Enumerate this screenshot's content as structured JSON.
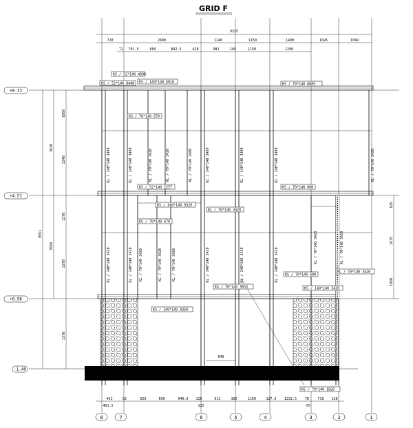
{
  "title": "GRID F",
  "top_dims": {
    "total": "9325",
    "row1": [
      "720",
      "2600",
      "1140",
      "1150",
      "1490",
      "1026",
      "1049"
    ],
    "row2": [
      "72",
      "701.5",
      "609",
      "842.5",
      "428",
      "981",
      "140",
      "1150",
      "1290"
    ]
  },
  "bottom_dims": [
    "451",
    "461.5",
    "62",
    "620",
    "699",
    "940.5",
    "126",
    "611",
    "166",
    "1150",
    "127.5",
    "1232.5",
    "78",
    "710",
    "138",
    "125",
    "65"
  ],
  "mid_dim": "640",
  "levels": [
    {
      "label": "+8.13"
    },
    {
      "label": "+4.51"
    },
    {
      "label": "+0.96"
    },
    {
      "label": "-1.40"
    }
  ],
  "left_dims": [
    "1060",
    "2240",
    "1270",
    "2270",
    "3620",
    "3550",
    "1370",
    "9551"
  ],
  "right_dims": [
    "625",
    "1675",
    "1050"
  ],
  "axes": [
    {
      "label": "8"
    },
    {
      "label": "7"
    },
    {
      "label": "6"
    },
    {
      "label": "5"
    },
    {
      "label": "4"
    },
    {
      "label": "3"
    },
    {
      "label": "2"
    },
    {
      "label": "1"
    }
  ],
  "beams": [
    "KS / 52*140 4090",
    "KS / 52*140 8440",
    "KS / 140*140 5010",
    "KS / 70*140 8885",
    "KS / 70*140 670",
    "KS / 52*140 2257",
    "KS / 70*140 600",
    "KS / 140*140 9320",
    "KL / 70*140 3420",
    "KS / 70*140 670",
    "KS / 140*140 9350",
    "KS / 70*140 3653",
    "KS / 70*140 600",
    "KS / 140*140 3420",
    "KL / 70*140 3420",
    "KS / 70*140 1820"
  ],
  "columns_upper": [
    "KL / 140*140 3480",
    "KL / 140*140 3480",
    "KL / 70*140 3420",
    "KL / 70*140 3420",
    "KL / 70*140 3480",
    "KL / 140*140 3480",
    "KL / 140*140 3480",
    "KL / 140*140 3480",
    "KL / 70*140 3480"
  ],
  "columns_lower": [
    "KL / 140*140 3420",
    "KL / 140*140 3420",
    "KL / 70*140 3420",
    "KL / 70*140 3420",
    "KL / 70*140 3420",
    "KL / 140*140 3420",
    "KL / 140*140 3420",
    "KL / 140*140 3420",
    "KL / 70*140 3420",
    "KL / 70*140 3420"
  ]
}
